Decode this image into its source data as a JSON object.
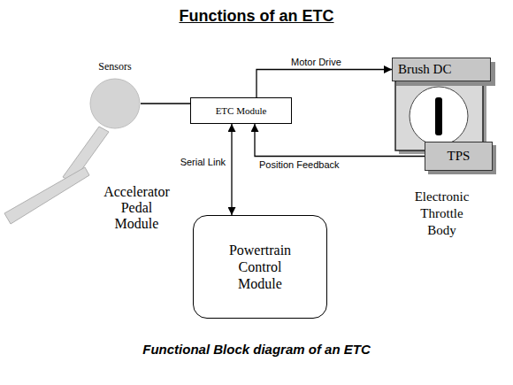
{
  "diagram": {
    "title": "Functions of an ETC",
    "caption": "Functional Block diagram of an ETC",
    "nodes": [
      {
        "text": [
          "Sensors"
        ]
      },
      {
        "text": [
          "ETC Module"
        ]
      },
      {
        "text": [
          "Brush DC"
        ]
      },
      {
        "text": [
          "TPS"
        ]
      },
      {
        "text": [
          "Powertrain Control Module"
        ]
      }
    ],
    "edges": [
      {
        "from": 0,
        "to": 1,
        "arrow": "none"
      },
      {
        "from": 1,
        "to": 2,
        "label": "Motor Drive",
        "arrow": "to"
      },
      {
        "from": 3,
        "to": 1,
        "label": "Position Feedback",
        "arrow": "to"
      },
      {
        "from": 1,
        "to": 4,
        "label": "Serial Link",
        "arrow": "both"
      }
    ],
    "labels": [
      "Accelerator Pedal Module",
      "Electronic Throttle Body"
    ]
  }
}
